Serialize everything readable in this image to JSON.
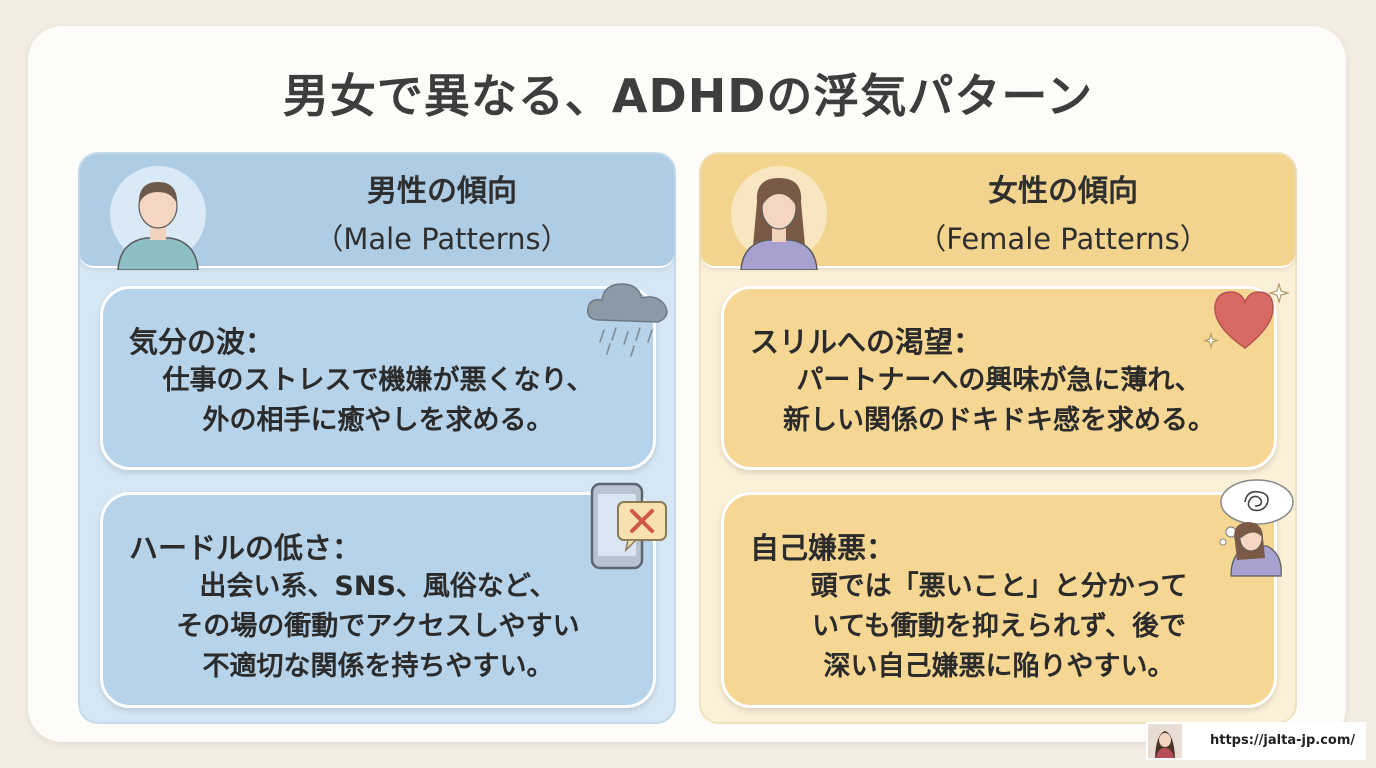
{
  "title": "男女で異なる、ADHDの浮気パターン",
  "male": {
    "header_jp": "男性の傾向",
    "header_en": "（Male Patterns）",
    "box1_label": "気分の波：",
    "box1_lines": [
      "仕事のストレスで機嫌が悪くなり、",
      "外の相手に癒やしを求める。"
    ],
    "box2_label": "ハードルの低さ：",
    "box2_lines": [
      "出会い系、SNS、風俗など、",
      "その場の衝動でアクセスしやすい",
      "不適切な関係を持ちやすい。"
    ],
    "icons": [
      "male-avatar-icon",
      "rain-cloud-icon",
      "smartphone-reject-icon"
    ]
  },
  "female": {
    "header_jp": "女性の傾向",
    "header_en": "（Female Patterns）",
    "box1_label": "スリルへの渇望：",
    "box1_lines": [
      "パートナーへの興味が急に薄れ、",
      "新しい関係のドキドキ感を求める。"
    ],
    "box2_label": "自己嫌悪：",
    "box2_lines": [
      "頭では「悪いこと」と分かって",
      "いても衝動を抑えられず、後で",
      "深い自己嫌悪に陥りやすい。"
    ],
    "icons": [
      "female-avatar-icon",
      "heart-sparkle-icon",
      "troubled-woman-icon"
    ]
  },
  "footer": {
    "url": "https://jalta-jp.com/"
  },
  "colors": {
    "male_header": "#aecde4",
    "male_box": "#b6d3ea",
    "female_header": "#f2d48f",
    "female_box": "#f5d793",
    "title_text": "#3d3d3d"
  }
}
